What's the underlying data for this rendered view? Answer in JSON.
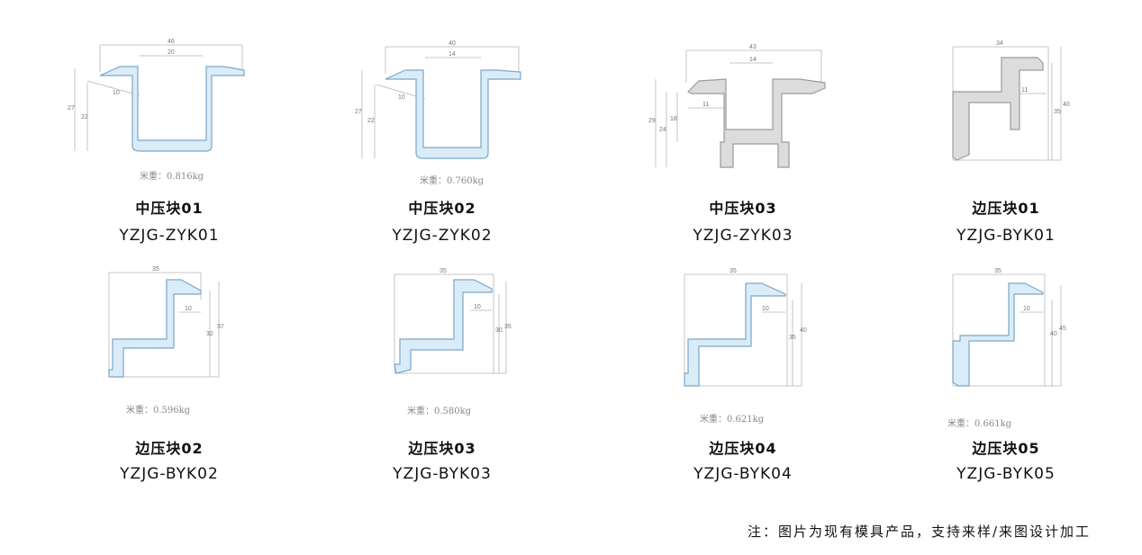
{
  "products": [
    {
      "name": "中压块01",
      "code": "YZJG-ZYK01",
      "weight": "米重：0.816kg",
      "dims": [
        "46",
        "20",
        "10",
        "27",
        "22"
      ]
    },
    {
      "name": "中压块02",
      "code": "YZJG-ZYK02",
      "weight": "米重：0.760kg",
      "dims": [
        "40",
        "14",
        "10",
        "27",
        "22"
      ]
    },
    {
      "name": "中压块03",
      "code": "YZJG-ZYK03",
      "weight": "",
      "dims": [
        "43",
        "14",
        "11",
        "29",
        "24",
        "18"
      ]
    },
    {
      "name": "边压块01",
      "code": "YZJG-BYK01",
      "weight": "",
      "dims": [
        "34",
        "11",
        "35",
        "40"
      ]
    },
    {
      "name": "边压块02",
      "code": "YZJG-BYK02",
      "weight": "米重：0.596kg",
      "dims": [
        "35",
        "10",
        "32",
        "37"
      ]
    },
    {
      "name": "边压块03",
      "code": "YZJG-BYK03",
      "weight": "米重：0.580kg",
      "dims": [
        "35",
        "10",
        "30",
        "35"
      ]
    },
    {
      "name": "边压块04",
      "code": "YZJG-BYK04",
      "weight": "米重：0.621kg",
      "dims": [
        "35",
        "10",
        "35",
        "40"
      ]
    },
    {
      "name": "边压块05",
      "code": "YZJG-BYK05",
      "weight": "米重：0.661kg",
      "dims": [
        "35",
        "10",
        "40",
        "45"
      ]
    }
  ],
  "note": "注：图片为现有模具产品，支持来样/来图设计加工"
}
